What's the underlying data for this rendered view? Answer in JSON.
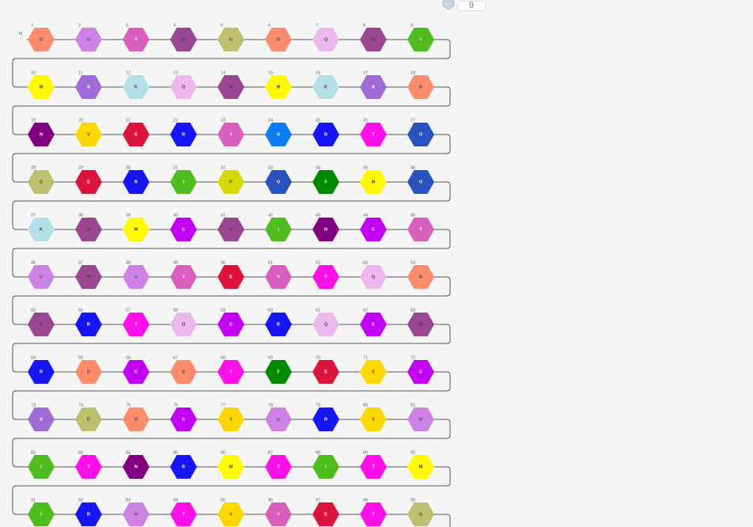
{
  "toolbar": {
    "wrap_value": "9",
    "wrap_icon": "chevron-down-icon"
  },
  "sequence": {
    "n_terminus": "N",
    "residues_per_row": 9,
    "residues": [
      {
        "n": "1",
        "aa": "D",
        "color": "#fc8c6b",
        "text": "#444444"
      },
      {
        "n": "2",
        "aa": "U",
        "color": "#cf82e6",
        "text": "#444444"
      },
      {
        "n": "3",
        "aa": "Y",
        "color": "#d95fbf",
        "text": "#ffffff"
      },
      {
        "n": "4",
        "aa": "W",
        "color": "#9a4691",
        "text": "#444444"
      },
      {
        "n": "5",
        "aa": "G",
        "color": "#bfbf70",
        "text": "#444444"
      },
      {
        "n": "6",
        "aa": "D",
        "color": "#fc8c6b",
        "text": "#444444"
      },
      {
        "n": "7",
        "aa": "Q",
        "color": "#edb8ed",
        "text": "#444444"
      },
      {
        "n": "8",
        "aa": "W",
        "color": "#9a4691",
        "text": "#444444"
      },
      {
        "n": "9",
        "aa": "I",
        "color": "#4fbd20",
        "text": "#ffffff"
      },
      {
        "n": "10",
        "aa": "M",
        "color": "#fffa00",
        "text": "#444444"
      },
      {
        "n": "11",
        "aa": "S",
        "color": "#9f6bd6",
        "text": "#ffffff"
      },
      {
        "n": "12",
        "aa": "K",
        "color": "#b2e0e6",
        "text": "#444444"
      },
      {
        "n": "13",
        "aa": "Q",
        "color": "#edb8ed",
        "text": "#444444"
      },
      {
        "n": "14",
        "aa": "W",
        "color": "#9a4691",
        "text": "#444444"
      },
      {
        "n": "15",
        "aa": "M",
        "color": "#fffa00",
        "text": "#444444"
      },
      {
        "n": "16",
        "aa": "K",
        "color": "#b2e0e6",
        "text": "#444444"
      },
      {
        "n": "17",
        "aa": "S",
        "color": "#9f6bd6",
        "text": "#ffffff"
      },
      {
        "n": "18",
        "aa": "D",
        "color": "#fc8c6b",
        "text": "#444444"
      },
      {
        "n": "19",
        "aa": "N",
        "color": "#800080",
        "text": "#ffffff"
      },
      {
        "n": "20",
        "aa": "V",
        "color": "#ffd700",
        "text": "#444444"
      },
      {
        "n": "21",
        "aa": "E",
        "color": "#dc143c",
        "text": "#ffffff"
      },
      {
        "n": "22",
        "aa": "R",
        "color": "#1515f5",
        "text": "#ffffff"
      },
      {
        "n": "23",
        "aa": "Y",
        "color": "#d95fbf",
        "text": "#ffffff"
      },
      {
        "n": "24",
        "aa": "H",
        "color": "#0a7cf5",
        "text": "#ffffff"
      },
      {
        "n": "25",
        "aa": "R",
        "color": "#1515f5",
        "text": "#ffffff"
      },
      {
        "n": "26",
        "aa": "T",
        "color": "#ff10e8",
        "text": "#ffffff"
      },
      {
        "n": "27",
        "aa": "O",
        "color": "#2a52be",
        "text": "#ffffff"
      },
      {
        "n": "28",
        "aa": "G",
        "color": "#bfbf70",
        "text": "#444444"
      },
      {
        "n": "29",
        "aa": "E",
        "color": "#dc143c",
        "text": "#ffffff"
      },
      {
        "n": "30",
        "aa": "R",
        "color": "#1515f5",
        "text": "#ffffff"
      },
      {
        "n": "31",
        "aa": "I",
        "color": "#4fbd20",
        "text": "#ffffff"
      },
      {
        "n": "32",
        "aa": "P",
        "color": "#d4d900",
        "text": "#444444"
      },
      {
        "n": "33",
        "aa": "O",
        "color": "#2a52be",
        "text": "#ffffff"
      },
      {
        "n": "34",
        "aa": "F",
        "color": "#008a00",
        "text": "#ffffff"
      },
      {
        "n": "35",
        "aa": "M",
        "color": "#fffa00",
        "text": "#444444"
      },
      {
        "n": "36",
        "aa": "O",
        "color": "#2a52be",
        "text": "#ffffff"
      },
      {
        "n": "37",
        "aa": "K",
        "color": "#b2e0e6",
        "text": "#444444"
      },
      {
        "n": "38",
        "aa": "W",
        "color": "#9a4691",
        "text": "#444444"
      },
      {
        "n": "39",
        "aa": "M",
        "color": "#fffa00",
        "text": "#444444"
      },
      {
        "n": "40",
        "aa": "C",
        "color": "#c300f5",
        "text": "#ffffff"
      },
      {
        "n": "41",
        "aa": "W",
        "color": "#9a4691",
        "text": "#444444"
      },
      {
        "n": "42",
        "aa": "I",
        "color": "#4fbd20",
        "text": "#ffffff"
      },
      {
        "n": "43",
        "aa": "N",
        "color": "#800080",
        "text": "#ffffff"
      },
      {
        "n": "44",
        "aa": "C",
        "color": "#c300f5",
        "text": "#ffffff"
      },
      {
        "n": "45",
        "aa": "Y",
        "color": "#d95fbf",
        "text": "#ffffff"
      },
      {
        "n": "46",
        "aa": "U",
        "color": "#cf82e6",
        "text": "#444444"
      },
      {
        "n": "47",
        "aa": "W",
        "color": "#9a4691",
        "text": "#444444"
      },
      {
        "n": "48",
        "aa": "U",
        "color": "#cf82e6",
        "text": "#444444"
      },
      {
        "n": "49",
        "aa": "Y",
        "color": "#d95fbf",
        "text": "#ffffff"
      },
      {
        "n": "50",
        "aa": "E",
        "color": "#dc143c",
        "text": "#ffffff"
      },
      {
        "n": "51",
        "aa": "Y",
        "color": "#d95fbf",
        "text": "#ffffff"
      },
      {
        "n": "52",
        "aa": "T",
        "color": "#ff10e8",
        "text": "#ffffff"
      },
      {
        "n": "53",
        "aa": "Q",
        "color": "#edb8ed",
        "text": "#444444"
      },
      {
        "n": "54",
        "aa": "D",
        "color": "#fc8c6b",
        "text": "#444444"
      },
      {
        "n": "55",
        "aa": "W",
        "color": "#9a4691",
        "text": "#444444"
      },
      {
        "n": "56",
        "aa": "R",
        "color": "#1515f5",
        "text": "#ffffff"
      },
      {
        "n": "57",
        "aa": "T",
        "color": "#ff10e8",
        "text": "#ffffff"
      },
      {
        "n": "58",
        "aa": "Q",
        "color": "#edb8ed",
        "text": "#444444"
      },
      {
        "n": "59",
        "aa": "C",
        "color": "#c300f5",
        "text": "#ffffff"
      },
      {
        "n": "60",
        "aa": "R",
        "color": "#1515f5",
        "text": "#ffffff"
      },
      {
        "n": "61",
        "aa": "Q",
        "color": "#edb8ed",
        "text": "#444444"
      },
      {
        "n": "62",
        "aa": "C",
        "color": "#c300f5",
        "text": "#ffffff"
      },
      {
        "n": "63",
        "aa": "W",
        "color": "#9a4691",
        "text": "#444444"
      },
      {
        "n": "64",
        "aa": "R",
        "color": "#1515f5",
        "text": "#ffffff"
      },
      {
        "n": "65",
        "aa": "D",
        "color": "#fc8c6b",
        "text": "#444444"
      },
      {
        "n": "66",
        "aa": "C",
        "color": "#c300f5",
        "text": "#ffffff"
      },
      {
        "n": "67",
        "aa": "D",
        "color": "#fc8c6b",
        "text": "#444444"
      },
      {
        "n": "68",
        "aa": "T",
        "color": "#ff10e8",
        "text": "#ffffff"
      },
      {
        "n": "69",
        "aa": "F",
        "color": "#008a00",
        "text": "#ffffff"
      },
      {
        "n": "70",
        "aa": "E",
        "color": "#dc143c",
        "text": "#ffffff"
      },
      {
        "n": "71",
        "aa": "V",
        "color": "#ffd700",
        "text": "#444444"
      },
      {
        "n": "72",
        "aa": "C",
        "color": "#c300f5",
        "text": "#ffffff"
      },
      {
        "n": "73",
        "aa": "S",
        "color": "#9f6bd6",
        "text": "#ffffff"
      },
      {
        "n": "74",
        "aa": "G",
        "color": "#bfbf70",
        "text": "#444444"
      },
      {
        "n": "75",
        "aa": "D",
        "color": "#fc8c6b",
        "text": "#444444"
      },
      {
        "n": "76",
        "aa": "C",
        "color": "#c300f5",
        "text": "#ffffff"
      },
      {
        "n": "77",
        "aa": "V",
        "color": "#ffd700",
        "text": "#444444"
      },
      {
        "n": "78",
        "aa": "U",
        "color": "#cf82e6",
        "text": "#444444"
      },
      {
        "n": "79",
        "aa": "R",
        "color": "#1515f5",
        "text": "#ffffff"
      },
      {
        "n": "80",
        "aa": "V",
        "color": "#ffd700",
        "text": "#444444"
      },
      {
        "n": "81",
        "aa": "U",
        "color": "#cf82e6",
        "text": "#444444"
      },
      {
        "n": "82",
        "aa": "I",
        "color": "#4fbd20",
        "text": "#ffffff"
      },
      {
        "n": "83",
        "aa": "T",
        "color": "#ff10e8",
        "text": "#ffffff"
      },
      {
        "n": "84",
        "aa": "N",
        "color": "#800080",
        "text": "#ffffff"
      },
      {
        "n": "85",
        "aa": "R",
        "color": "#1515f5",
        "text": "#ffffff"
      },
      {
        "n": "86",
        "aa": "M",
        "color": "#fffa00",
        "text": "#444444"
      },
      {
        "n": "87",
        "aa": "T",
        "color": "#ff10e8",
        "text": "#ffffff"
      },
      {
        "n": "88",
        "aa": "I",
        "color": "#4fbd20",
        "text": "#ffffff"
      },
      {
        "n": "89",
        "aa": "T",
        "color": "#ff10e8",
        "text": "#ffffff"
      },
      {
        "n": "90",
        "aa": "M",
        "color": "#fffa00",
        "text": "#444444"
      },
      {
        "n": "91",
        "aa": "I",
        "color": "#4fbd20",
        "text": "#ffffff"
      },
      {
        "n": "92",
        "aa": "R",
        "color": "#1515f5",
        "text": "#ffffff"
      },
      {
        "n": "93",
        "aa": "U",
        "color": "#cf82e6",
        "text": "#444444"
      },
      {
        "n": "94",
        "aa": "T",
        "color": "#ff10e8",
        "text": "#ffffff"
      },
      {
        "n": "95",
        "aa": "V",
        "color": "#ffd700",
        "text": "#444444"
      },
      {
        "n": "96",
        "aa": "Y",
        "color": "#d95fbf",
        "text": "#ffffff"
      },
      {
        "n": "97",
        "aa": "E",
        "color": "#dc143c",
        "text": "#ffffff"
      },
      {
        "n": "98",
        "aa": "T",
        "color": "#ff10e8",
        "text": "#ffffff"
      },
      {
        "n": "99",
        "aa": "G",
        "color": "#bfbf70",
        "text": "#444444"
      }
    ]
  }
}
